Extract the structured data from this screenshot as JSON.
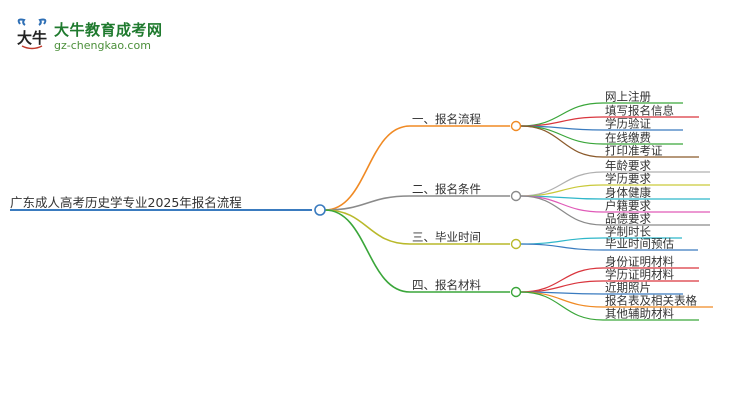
{
  "logo": {
    "name": "大牛教育成考网",
    "url": "gz-chengkao.com",
    "mark_text": "大牛"
  },
  "root": {
    "label": "广东成人高考历史学专业2025年报名流程",
    "color": "#3a7bbf"
  },
  "branches": [
    {
      "label": "一、报名流程",
      "color": "#f08a24",
      "children": [
        {
          "label": "网上注册",
          "color": "#3aa63a"
        },
        {
          "label": "填写报名信息",
          "color": "#d9363e"
        },
        {
          "label": "学历验证",
          "color": "#3a7bbf"
        },
        {
          "label": "在线缴费",
          "color": "#3aa63a"
        },
        {
          "label": "打印准考证",
          "color": "#8b5a2b"
        }
      ]
    },
    {
      "label": "二、报名条件",
      "color": "#8a8a8a",
      "children": [
        {
          "label": "年龄要求",
          "color": "#b0b0b0"
        },
        {
          "label": "学历要求",
          "color": "#c9c93a"
        },
        {
          "label": "身体健康",
          "color": "#2fb7c9"
        },
        {
          "label": "户籍要求",
          "color": "#e05ab8"
        },
        {
          "label": "品德要求",
          "color": "#8a8a8a"
        }
      ]
    },
    {
      "label": "三、毕业时间",
      "color": "#b9b92a",
      "children": [
        {
          "label": "学制时长",
          "color": "#2fb7c9"
        },
        {
          "label": "毕业时间预估",
          "color": "#3a7bbf"
        }
      ]
    },
    {
      "label": "四、报名材料",
      "color": "#3aa63a",
      "children": [
        {
          "label": "身份证明材料",
          "color": "#d9363e"
        },
        {
          "label": "学历证明材料",
          "color": "#d9363e"
        },
        {
          "label": "近期照片",
          "color": "#3a7bbf"
        },
        {
          "label": "报名表及相关表格",
          "color": "#f08a24"
        },
        {
          "label": "其他辅助材料",
          "color": "#3aa63a"
        }
      ]
    }
  ]
}
